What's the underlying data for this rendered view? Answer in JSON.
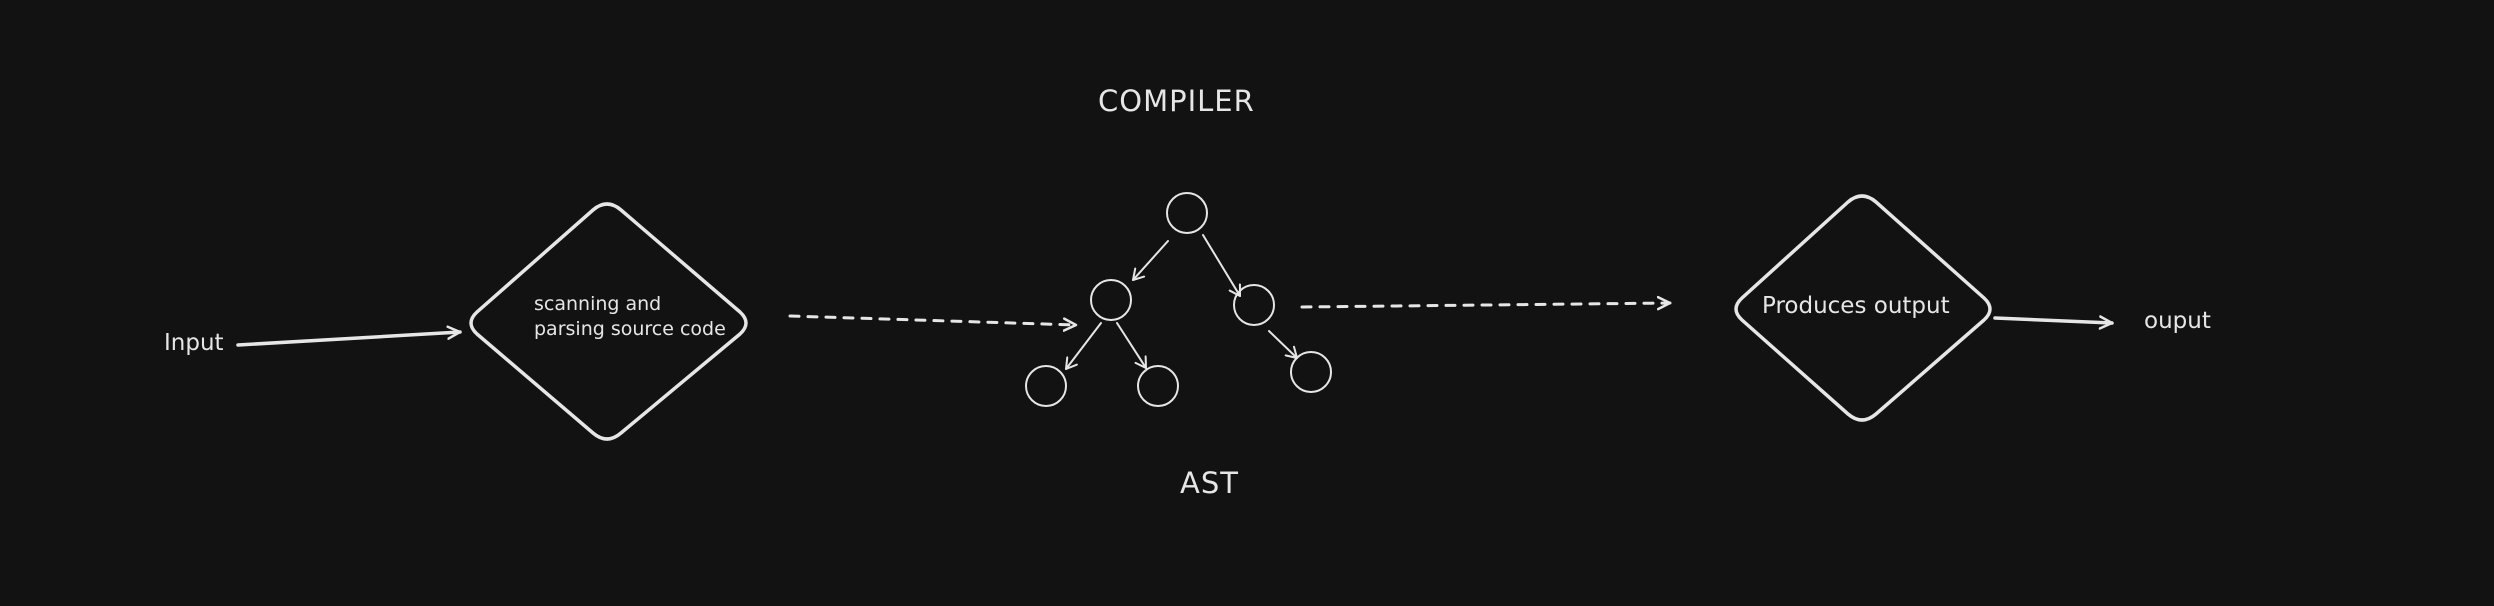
{
  "diagram": {
    "title": "COMPILER",
    "input_label": "Input",
    "scanner_label": "scanning and\nparsing source code",
    "ast_label": "AST",
    "producer_label": "Produces output",
    "output_label": "ouput"
  },
  "colors": {
    "background": "#121212",
    "stroke": "#e6e6e6"
  }
}
